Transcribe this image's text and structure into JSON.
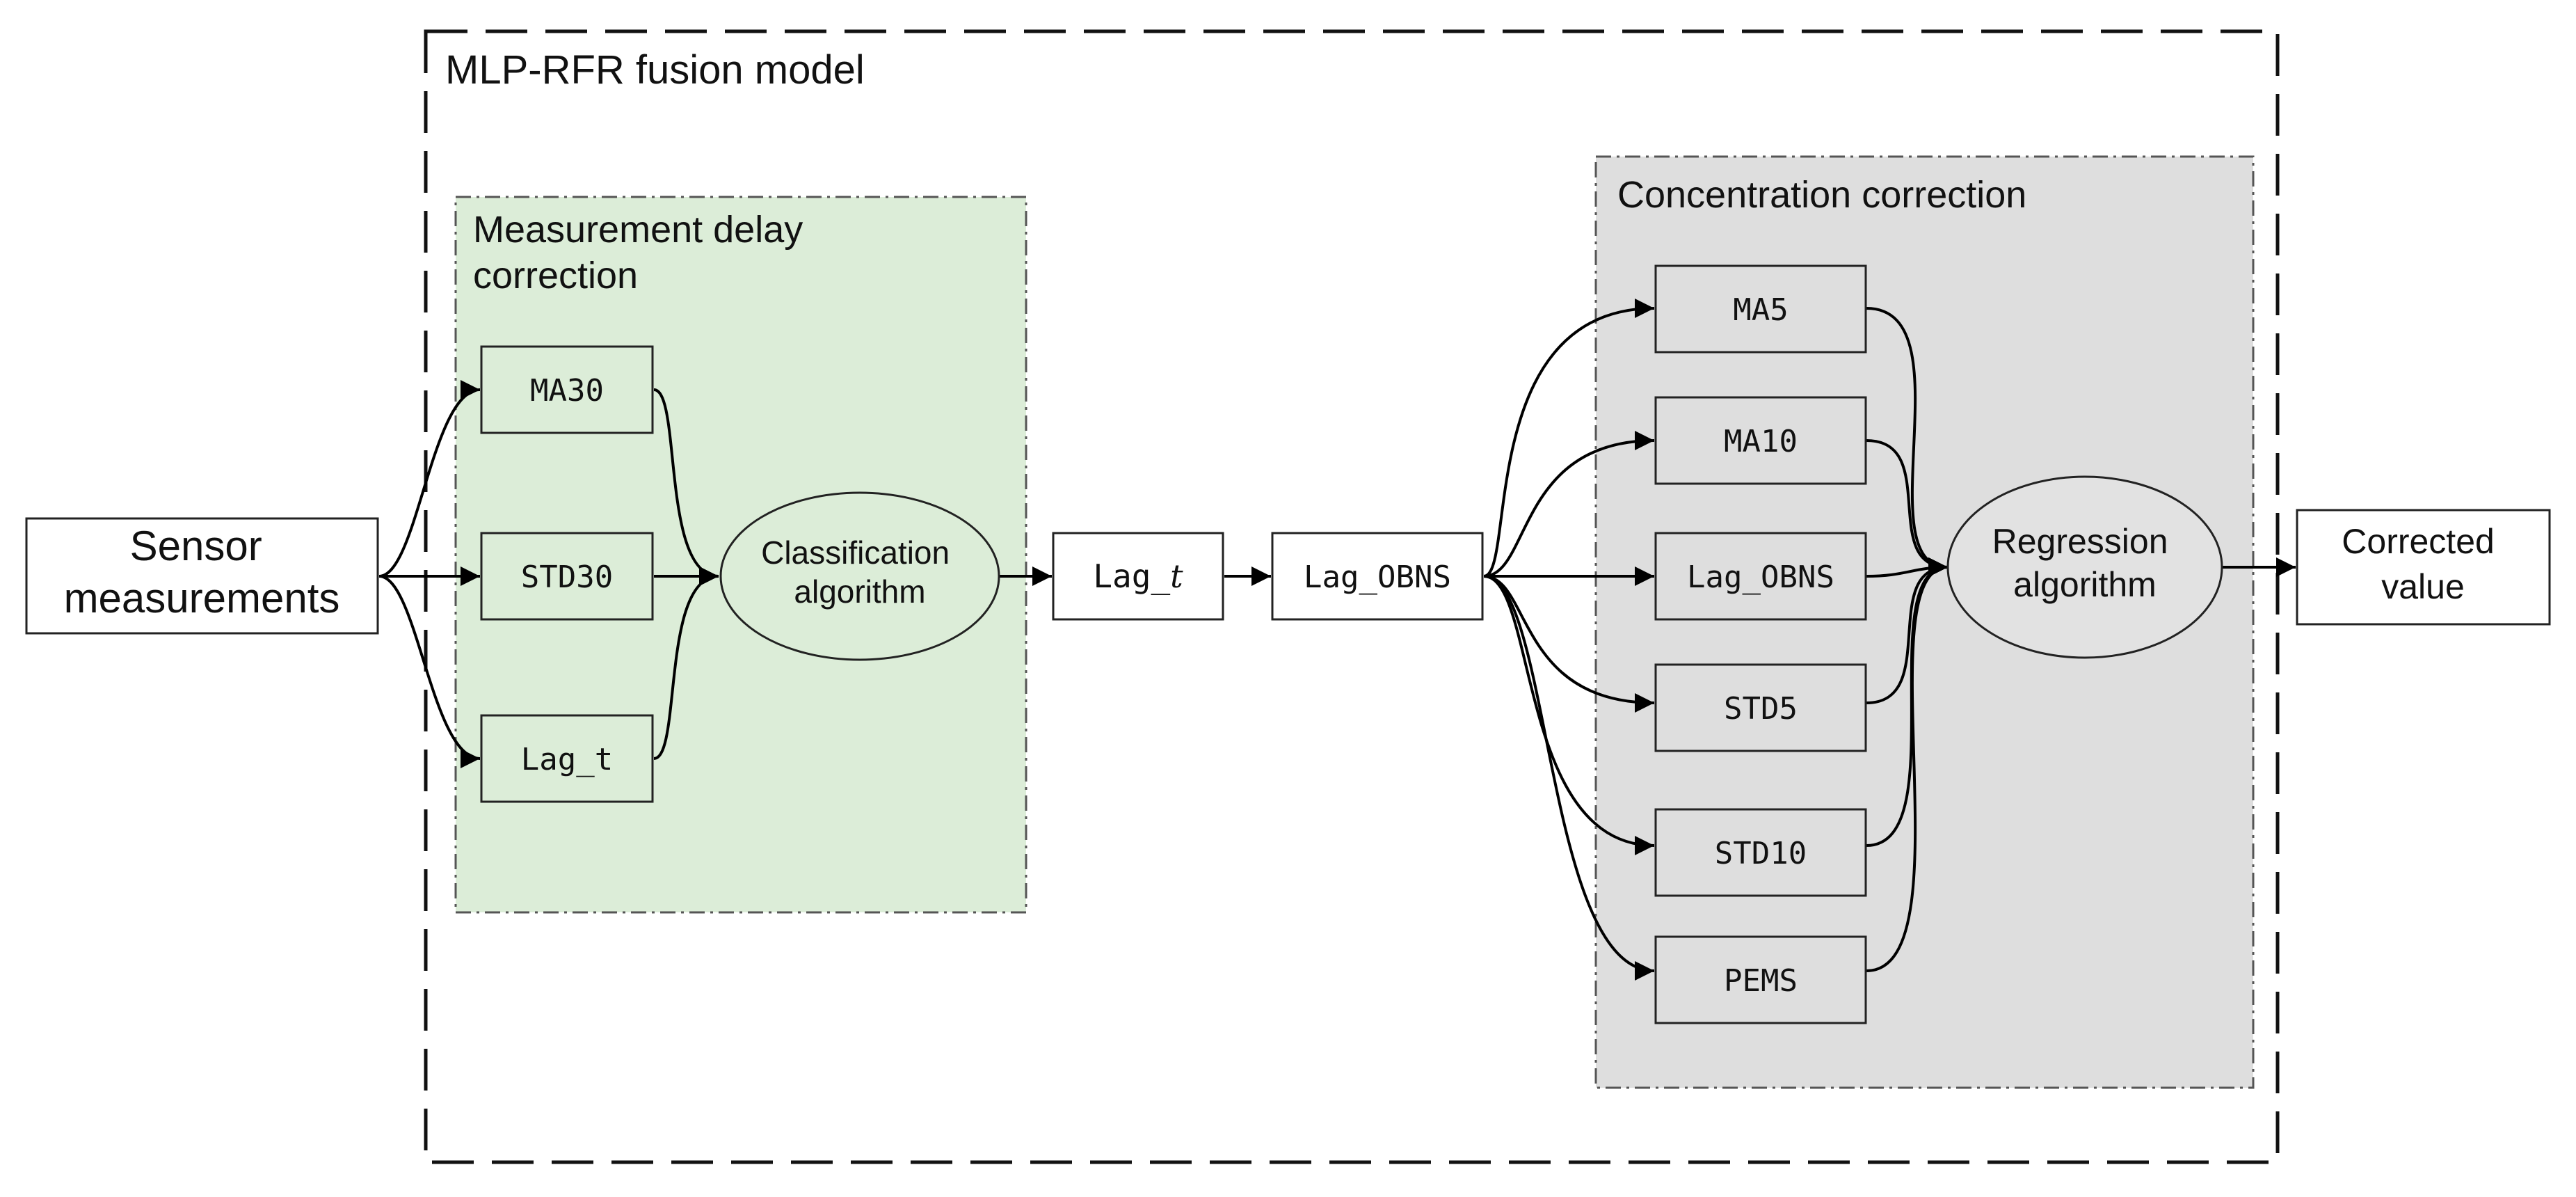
{
  "title": "MLP-RFR fusion model",
  "groups": {
    "delay": {
      "label_line1": "Measurement delay",
      "label_line2": "correction",
      "fill": "#dcedd8"
    },
    "concentration": {
      "label": "Concentration correction",
      "fill": "#dedede"
    }
  },
  "nodes": {
    "sensor": {
      "line1": "Sensor",
      "line2": "measurements"
    },
    "ma30": "MA30",
    "std30": "STD30",
    "lag_t_in": "Lag_t",
    "classification": {
      "line1": "Classification",
      "line2": "algorithm"
    },
    "lag_t_out": "Lag_",
    "lag_t_out_var": "t",
    "lag_obns": "Lag_OBNS",
    "ma5": "MA5",
    "ma10": "MA10",
    "lag_obns_feat": "Lag_OBNS",
    "std5": "STD5",
    "std10": "STD10",
    "pems": "PEMS",
    "regression": {
      "line1": "Regression",
      "line2": "algorithm"
    },
    "corrected": {
      "line1": "Corrected",
      "line2": "value"
    }
  },
  "colors": {
    "ellipse_fill": "#e2e2e2",
    "ellipse_fill_green": "#dcedd8",
    "stroke": "#000000"
  }
}
